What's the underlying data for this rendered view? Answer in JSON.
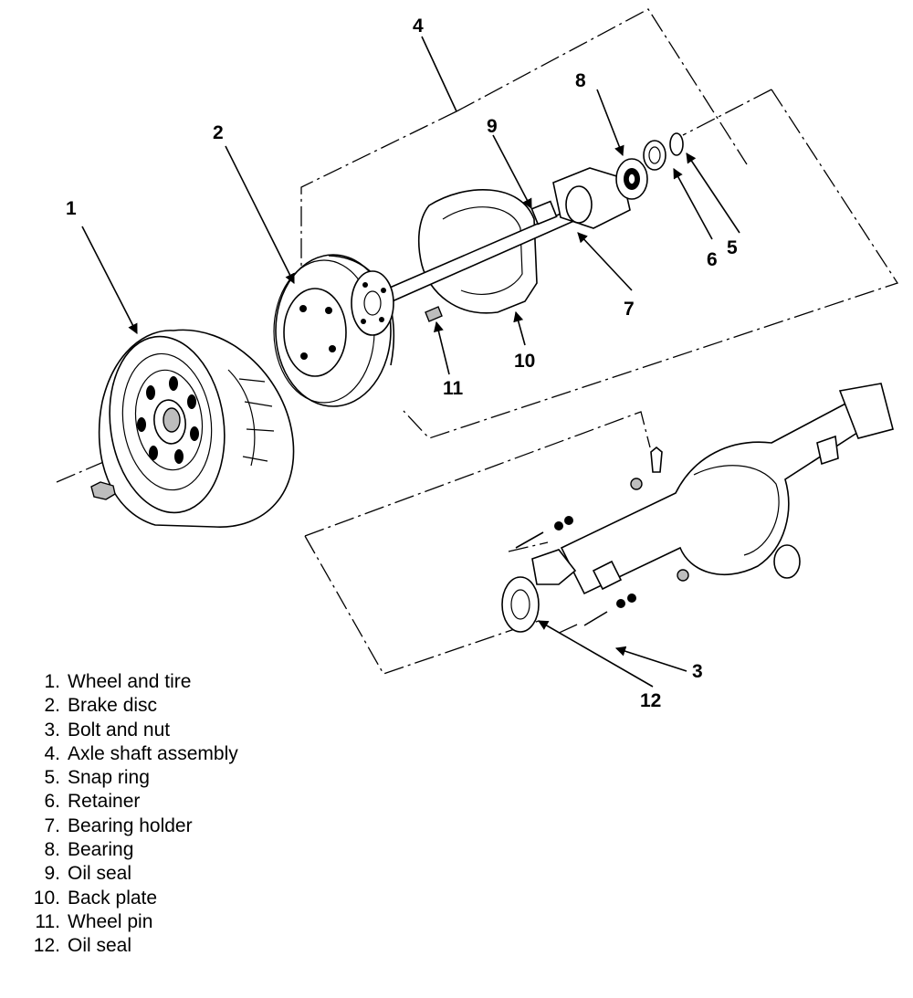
{
  "callouts": [
    "1",
    "2",
    "3",
    "4",
    "5",
    "6",
    "7",
    "8",
    "9",
    "10",
    "11",
    "12"
  ],
  "legend": [
    {
      "num": "1.",
      "label": "Wheel and tire"
    },
    {
      "num": "2.",
      "label": "Brake disc"
    },
    {
      "num": "3.",
      "label": "Bolt and nut"
    },
    {
      "num": "4.",
      "label": "Axle shaft assembly"
    },
    {
      "num": "5.",
      "label": "Snap ring"
    },
    {
      "num": "6.",
      "label": "Retainer"
    },
    {
      "num": "7.",
      "label": "Bearing holder"
    },
    {
      "num": "8.",
      "label": "Bearing"
    },
    {
      "num": "9.",
      "label": "Oil seal"
    },
    {
      "num": "10.",
      "label": "Back plate"
    },
    {
      "num": "11.",
      "label": "Wheel pin"
    },
    {
      "num": "12.",
      "label": "Oil seal"
    }
  ]
}
